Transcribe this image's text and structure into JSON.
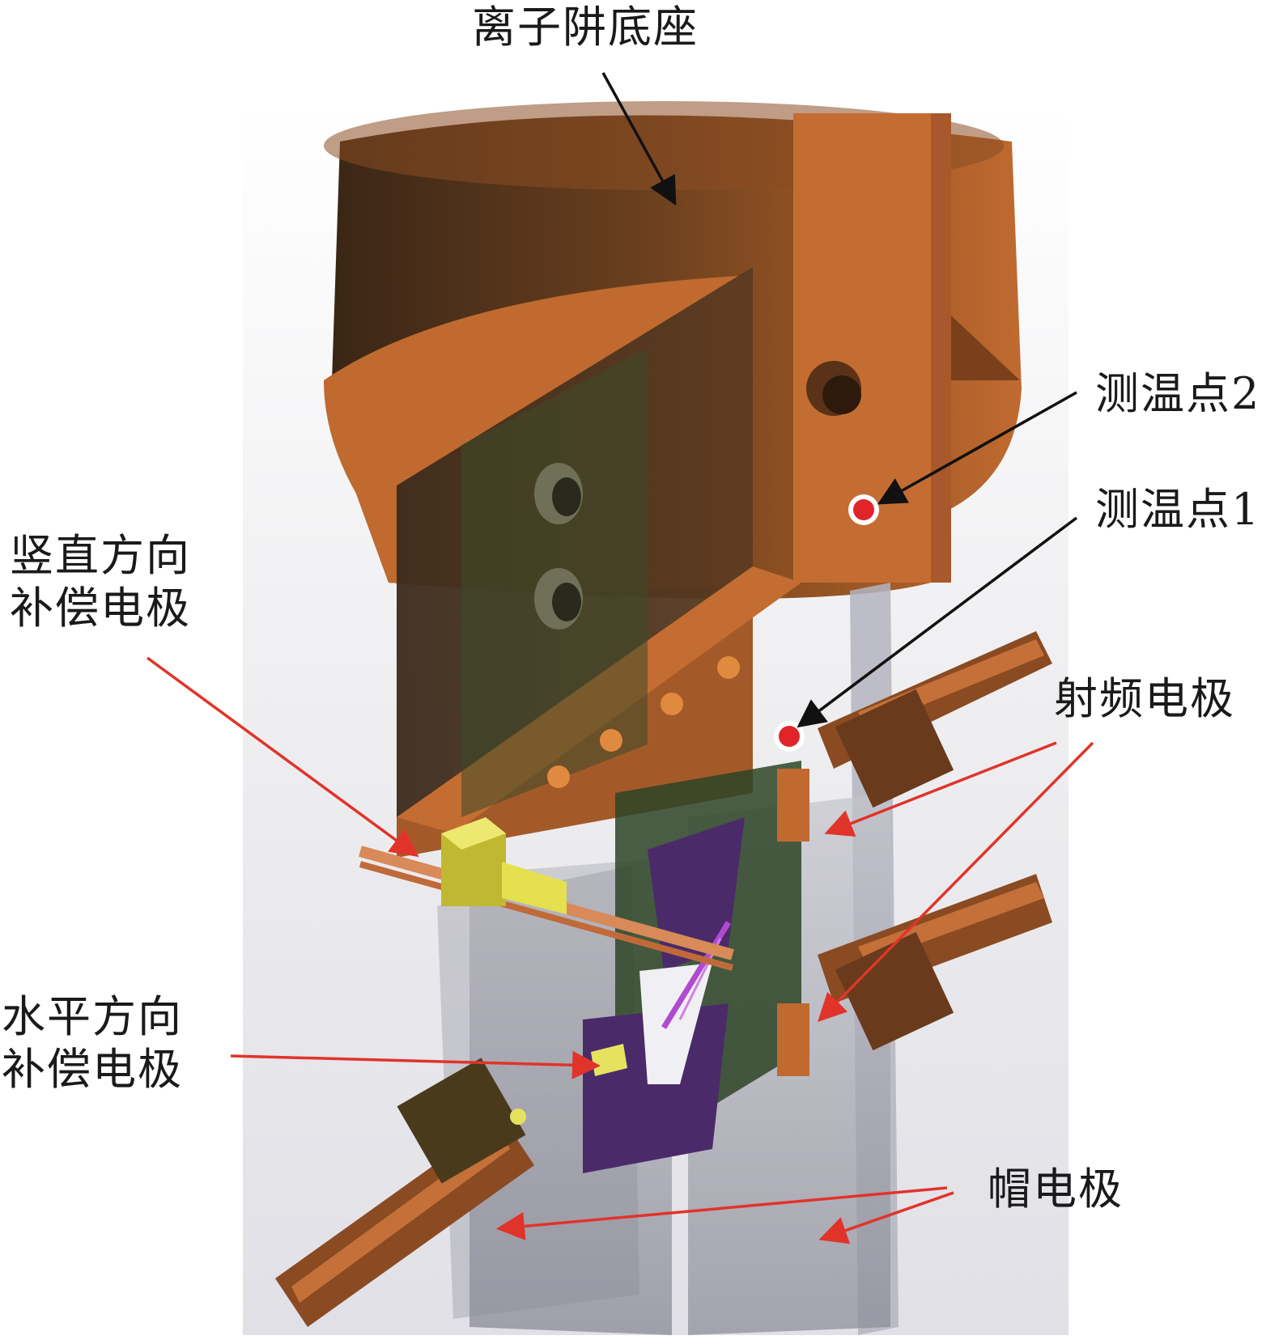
{
  "labels": {
    "base": "离子阱底座",
    "temp_point_2": "测温点2",
    "temp_point_1": "测温点1",
    "vertical_comp_line1": "竖直方向",
    "vertical_comp_line2": "补偿电极",
    "rf_electrode": "射频电极",
    "horizontal_comp_line1": "水平方向",
    "horizontal_comp_line2": "补偿电极",
    "cap_electrode": "帽电极"
  },
  "colors": {
    "copper": "#b8652e",
    "copper_dark": "#3a2a1c",
    "black_arrow": "#111111",
    "red_arrow": "#e0342a",
    "marker_red": "#e0242a",
    "glass": "#9a9aa6",
    "purple": "#4a2a6a",
    "green": "#2c4a24",
    "yellow": "#d8d440"
  }
}
